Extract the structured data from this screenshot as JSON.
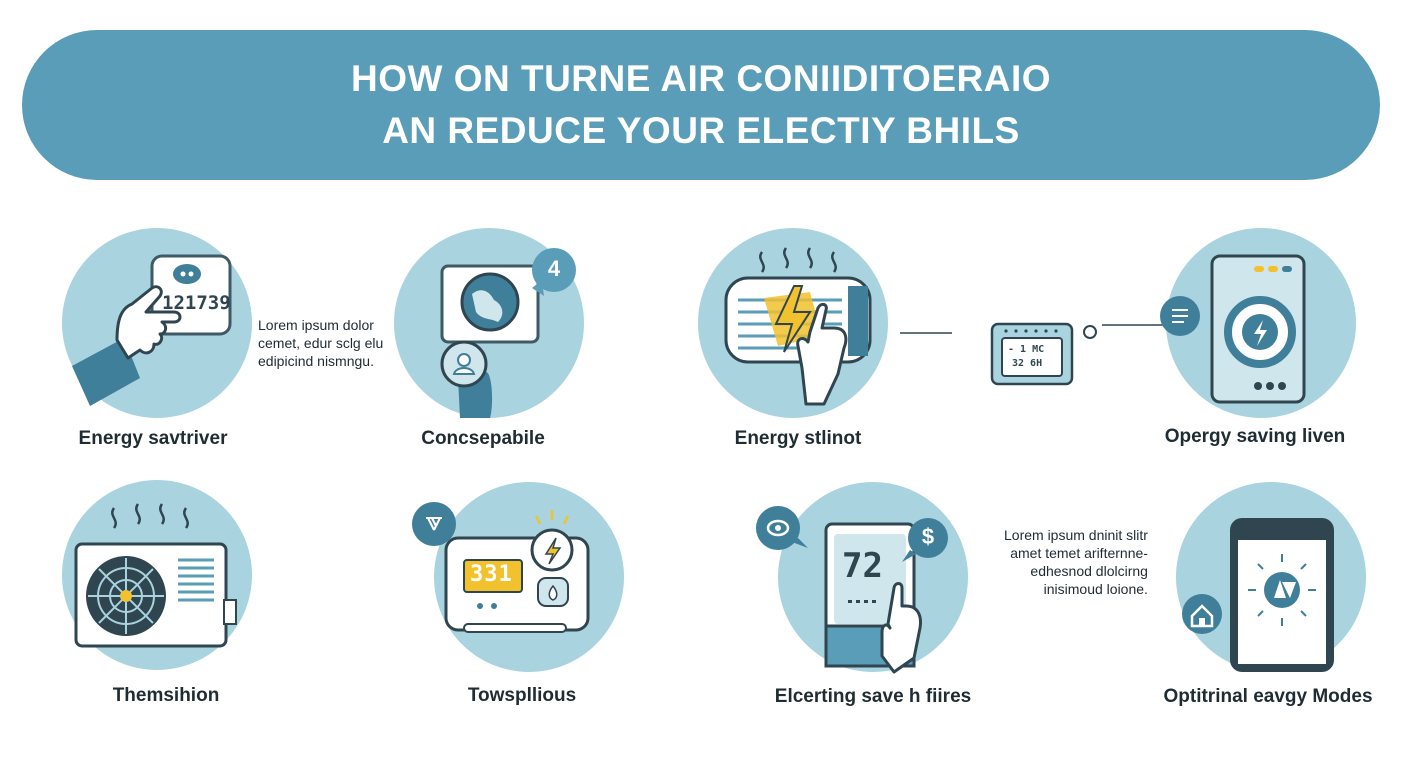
{
  "title": {
    "line1": "HOW ON TURNE AIR CONIIDITOERAIO",
    "line2": "AN REDUCE YOUR ELECTIY BHILS"
  },
  "colors": {
    "banner": "#5a9db8",
    "circle": "#a9d3de",
    "dark_teal": "#3f7f9a",
    "accent_yellow": "#f2c12e"
  },
  "row1": [
    {
      "caption": "Energy savtriver",
      "icon": "hand-thermostat-icon",
      "display": "121739"
    },
    {
      "caption": "Concsepabile",
      "icon": "globe-fan-icon",
      "badge": "4"
    },
    {
      "caption": "Energy stlinot",
      "icon": "ac-unit-lightning-icon"
    },
    {
      "caption": "Opergy saving liven",
      "icon": "smart-panel-icon"
    }
  ],
  "row2": [
    {
      "caption": "Themsihion",
      "icon": "outdoor-unit-icon"
    },
    {
      "caption": "Towspllious",
      "icon": "thermostat-display-icon",
      "display": "331"
    },
    {
      "caption": "Elcerting save h fiires",
      "icon": "remote-thermostat-icon",
      "display": "72",
      "badge": "$"
    },
    {
      "caption": "Optitrinal eavgy Modes",
      "icon": "phone-app-icon"
    }
  ],
  "notes": {
    "note1": [
      "Lorem ipsum dolor",
      "cemet, edur sclg elu",
      "edipicind nismngu."
    ],
    "note2": [
      "Lorem ipsum dninit slitr",
      "amet temet arifternne-",
      "edhesnod dlolcirng",
      "inisimoud loione."
    ]
  },
  "mini_device": {
    "icon": "mini-thermostat-icon",
    "line1": "- 1 MC",
    "line2": "32 6H"
  }
}
